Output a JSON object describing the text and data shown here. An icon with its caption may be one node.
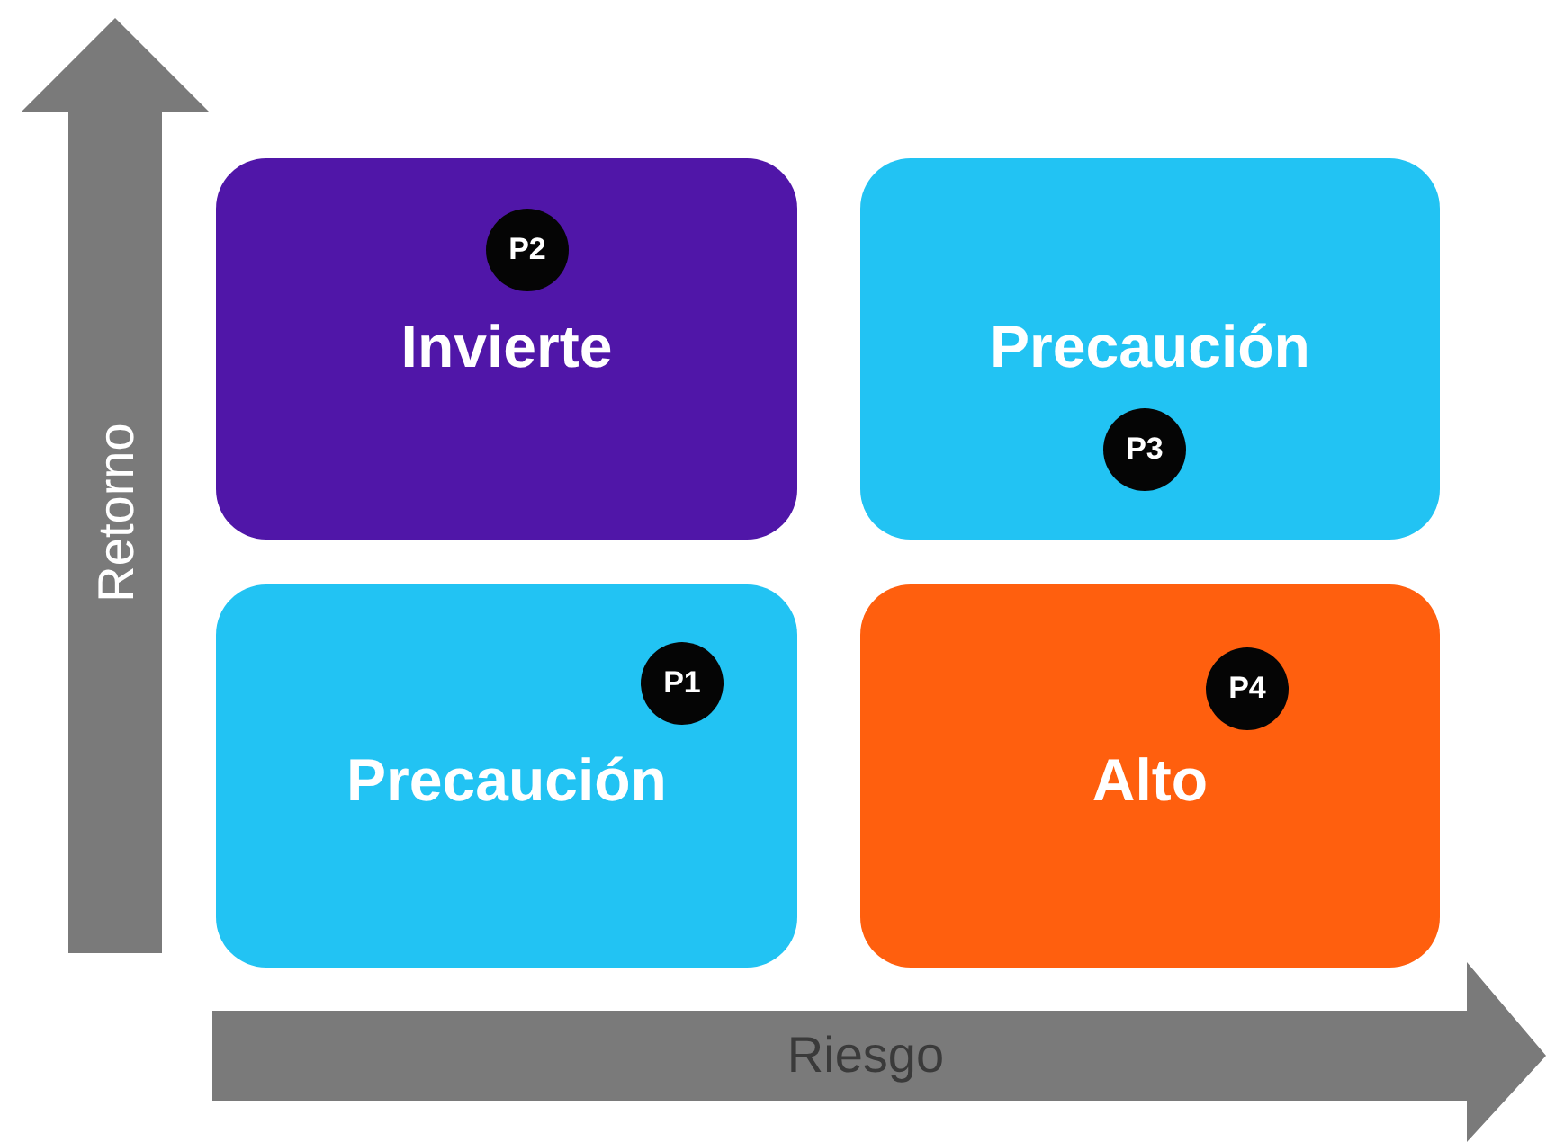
{
  "diagram": {
    "nodes": [
      {
        "text": [
          "Invierte"
        ]
      },
      {
        "text": [
          "P2"
        ],
        "in": 0
      },
      {
        "text": [
          "Precaución"
        ]
      },
      {
        "text": [
          "P3"
        ],
        "in": 2
      },
      {
        "text": [
          "Precaución"
        ]
      },
      {
        "text": [
          "P1"
        ],
        "in": 4
      },
      {
        "text": [
          "Alto"
        ]
      },
      {
        "text": [
          "P4"
        ],
        "in": 6
      }
    ],
    "labels": [
      "Retorno",
      "Riesgo"
    ]
  }
}
